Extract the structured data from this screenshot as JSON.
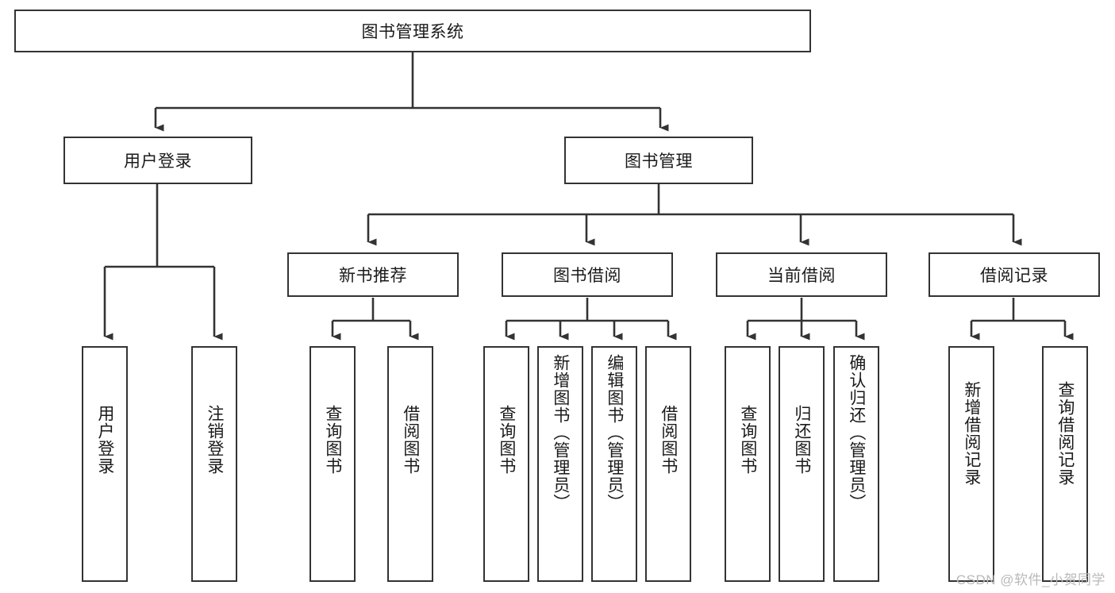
{
  "diagram": {
    "title": "图书管理系统",
    "type": "tree-hierarchy-diagram",
    "colors": {
      "stroke": "#333333",
      "fill": "#ffffff",
      "text": "#1a1a1a",
      "watermark": "#b9b9b9"
    },
    "levels": {
      "root": {
        "label": "图书管理系统"
      },
      "level2": [
        {
          "label": "用户登录"
        },
        {
          "label": "图书管理"
        }
      ],
      "level3": [
        {
          "label": "新书推荐"
        },
        {
          "label": "图书借阅"
        },
        {
          "label": "当前借阅"
        },
        {
          "label": "借阅记录"
        }
      ],
      "leaves_user_login": [
        {
          "label": "用户登录"
        },
        {
          "label": "注销登录"
        }
      ],
      "leaves_new_book": [
        {
          "label": "查询图书"
        },
        {
          "label": "借阅图书"
        }
      ],
      "leaves_borrow": [
        {
          "label": "查询图书"
        },
        {
          "label": "新增图书（管理员）"
        },
        {
          "label": "编辑图书（管理员）"
        },
        {
          "label": "借阅图书"
        }
      ],
      "leaves_current": [
        {
          "label": "查询图书"
        },
        {
          "label": "归还图书"
        },
        {
          "label": "确认归还（管理员）"
        }
      ],
      "leaves_records": [
        {
          "label": "新增借阅记录"
        },
        {
          "label": "查询借阅记录"
        }
      ]
    },
    "watermark": "CSDN @软件_小贺同学"
  }
}
